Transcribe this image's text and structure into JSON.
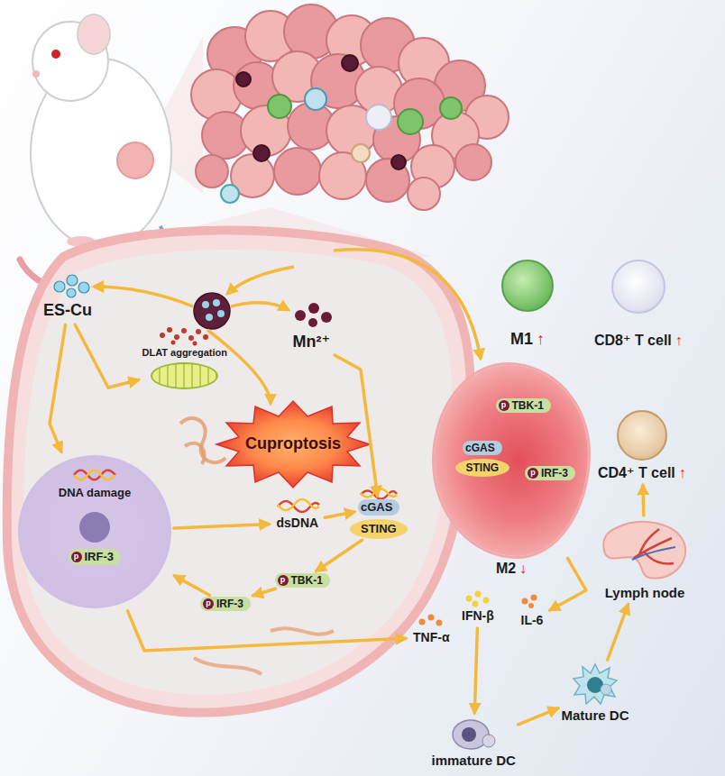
{
  "diagram": {
    "nodes": [
      {
        "text": [
          "ES-Cu"
        ]
      },
      {
        "text": [
          "DLAT aggregation"
        ]
      },
      {
        "text": [
          "Mn²⁺"
        ]
      },
      {
        "text": [
          "Cuproptosis"
        ]
      },
      {
        "text": [
          "DNA damage"
        ]
      },
      {
        "text": [
          "p",
          "IRF-3"
        ],
        "in": 4
      },
      {
        "text": [
          "dsDNA"
        ]
      },
      {
        "text": [
          "cGAS"
        ]
      },
      {
        "text": [
          "STING"
        ]
      },
      {
        "text": [
          "p",
          "TBK-1"
        ]
      },
      {
        "text": [
          "p",
          "IRF-3"
        ]
      },
      {
        "text": [
          "M1",
          "↑"
        ]
      },
      {
        "text": [
          "CD8⁺ T cell",
          "↑"
        ]
      },
      {
        "text": [
          "CD4⁺ T cell",
          "↑"
        ]
      },
      {
        "text": [
          "M2",
          "↓"
        ]
      },
      {
        "text": [
          "p",
          "TBK-1"
        ],
        "in": 14
      },
      {
        "text": [
          "cGAS"
        ],
        "in": 14
      },
      {
        "text": [
          "STING"
        ],
        "in": 14
      },
      {
        "text": [
          "p",
          "IRF-3"
        ],
        "in": 14
      },
      {
        "text": [
          "IFN-β"
        ]
      },
      {
        "text": [
          "IL-6"
        ]
      },
      {
        "text": [
          "TNF-α"
        ]
      },
      {
        "text": [
          "Lymph node"
        ]
      },
      {
        "text": [
          "Mature DC"
        ]
      },
      {
        "text": [
          "immature DC"
        ]
      }
    ],
    "edges": [
      {
        "from": 0,
        "to": 1,
        "arrow": "to"
      },
      {
        "from": 0,
        "to": 4,
        "arrow": "to"
      },
      {
        "from": 2,
        "to": 7,
        "arrow": "to"
      },
      {
        "from": 4,
        "to": 6,
        "arrow": "to"
      },
      {
        "from": 6,
        "to": 7,
        "arrow": "to"
      },
      {
        "from": 8,
        "to": 9,
        "arrow": "to"
      },
      {
        "from": 9,
        "to": 10,
        "arrow": "to"
      },
      {
        "from": 10,
        "to": 4,
        "arrow": "to"
      },
      {
        "from": 4,
        "to": 21,
        "arrow": "to"
      },
      {
        "from": 14,
        "to": 20,
        "arrow": "to"
      },
      {
        "from": 19,
        "to": 24,
        "arrow": "to"
      },
      {
        "from": 24,
        "to": 23,
        "arrow": "to"
      },
      {
        "from": 23,
        "to": 22,
        "arrow": "to"
      },
      {
        "from": 22,
        "to": 13,
        "arrow": "to"
      },
      {
        "from": 15,
        "to": 18,
        "arrow": "to"
      }
    ]
  }
}
